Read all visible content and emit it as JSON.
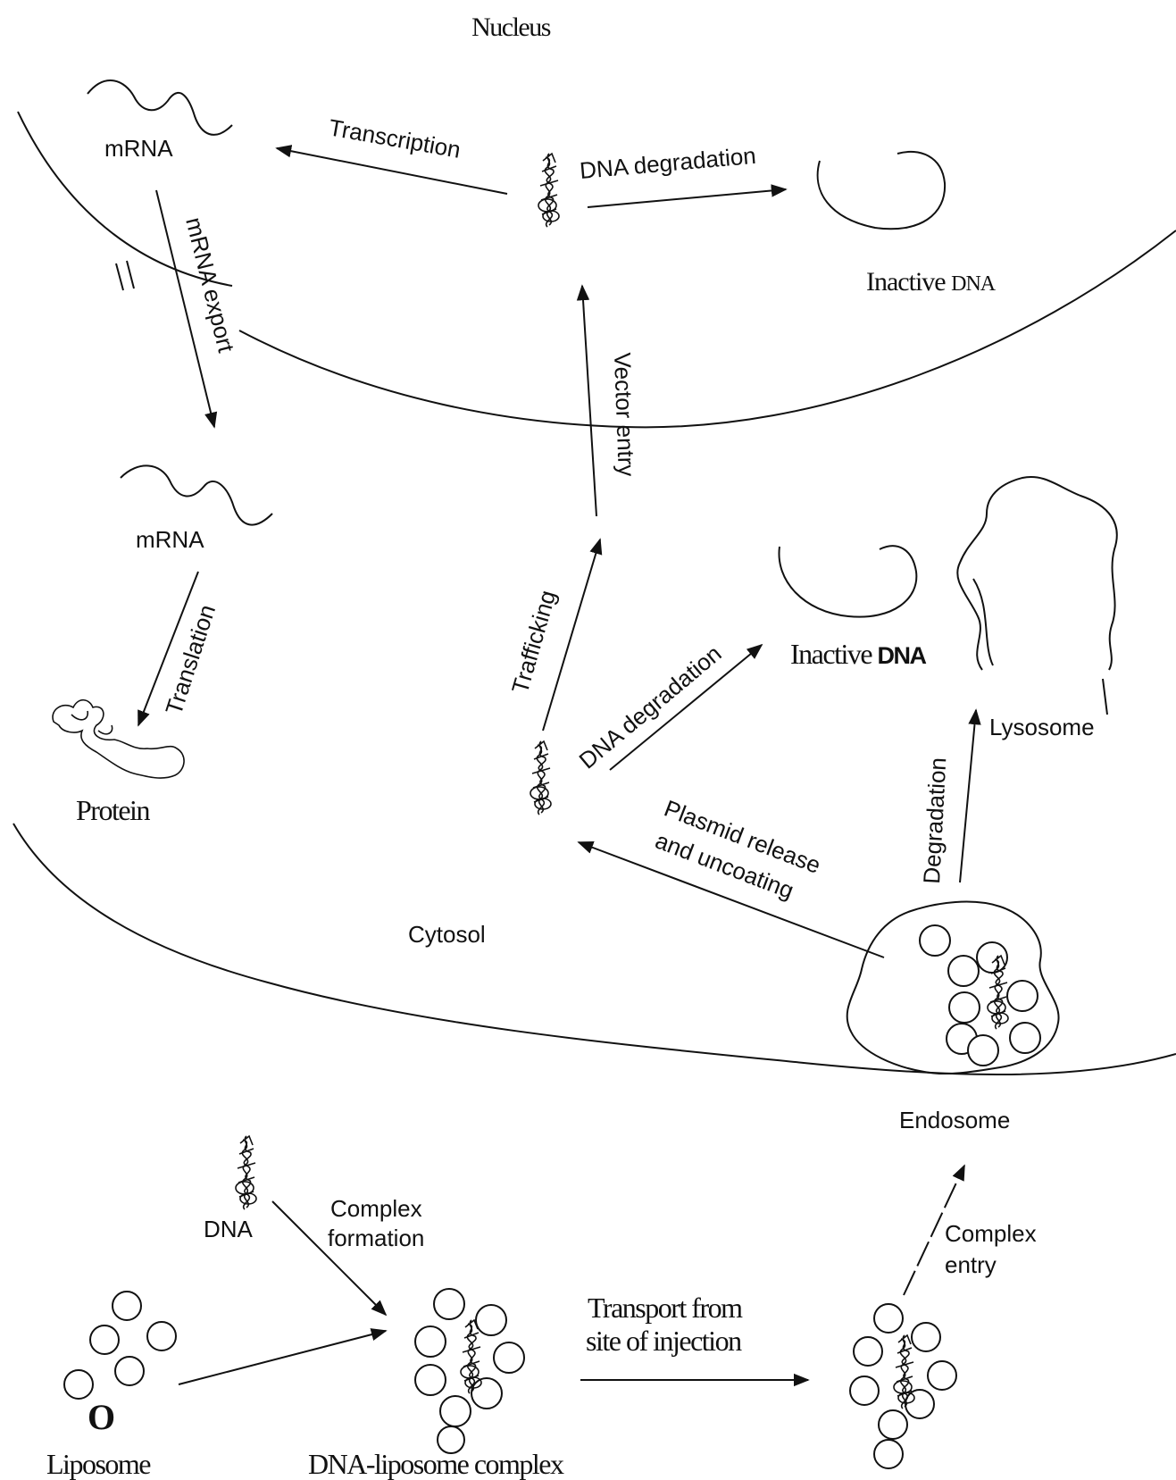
{
  "labels": {
    "nucleus": "Nucleus",
    "mrna_nuclear": "mRNA",
    "transcription": "Transcription",
    "dna_degradation_nuclear": "DNA degradation",
    "inactive_dna_nuclear_word": "Inactive",
    "inactive_dna_nuclear_dna": "DNA",
    "mrna_export": "mRNA export",
    "vector_entry": "Vector entry",
    "mrna_cytosol": "mRNA",
    "translation": "Translation",
    "protein": "Protein",
    "trafficking": "Trafficking",
    "dna_degradation_cytosol": "DNA degradation",
    "inactive_dna_cytosol_word": "Inactive",
    "inactive_dna_cytosol_dna": "DNA",
    "lysosome": "Lysosome",
    "degradation": "Degradation",
    "plasmid_release_line1": "Plasmid release",
    "plasmid_release_line2": "and uncoating",
    "cytosol": "Cytosol",
    "endosome": "Endosome",
    "dna": "DNA",
    "complex_formation_line1": "Complex",
    "complex_formation_line2": "formation",
    "complex_entry_line1": "Complex",
    "complex_entry_line2": "entry",
    "transport_line1": "Transport from",
    "transport_line2": "site of injection",
    "liposome": "Liposome",
    "dna_liposome_complex": "DNA-liposome complex",
    "liposome_o": "O"
  }
}
